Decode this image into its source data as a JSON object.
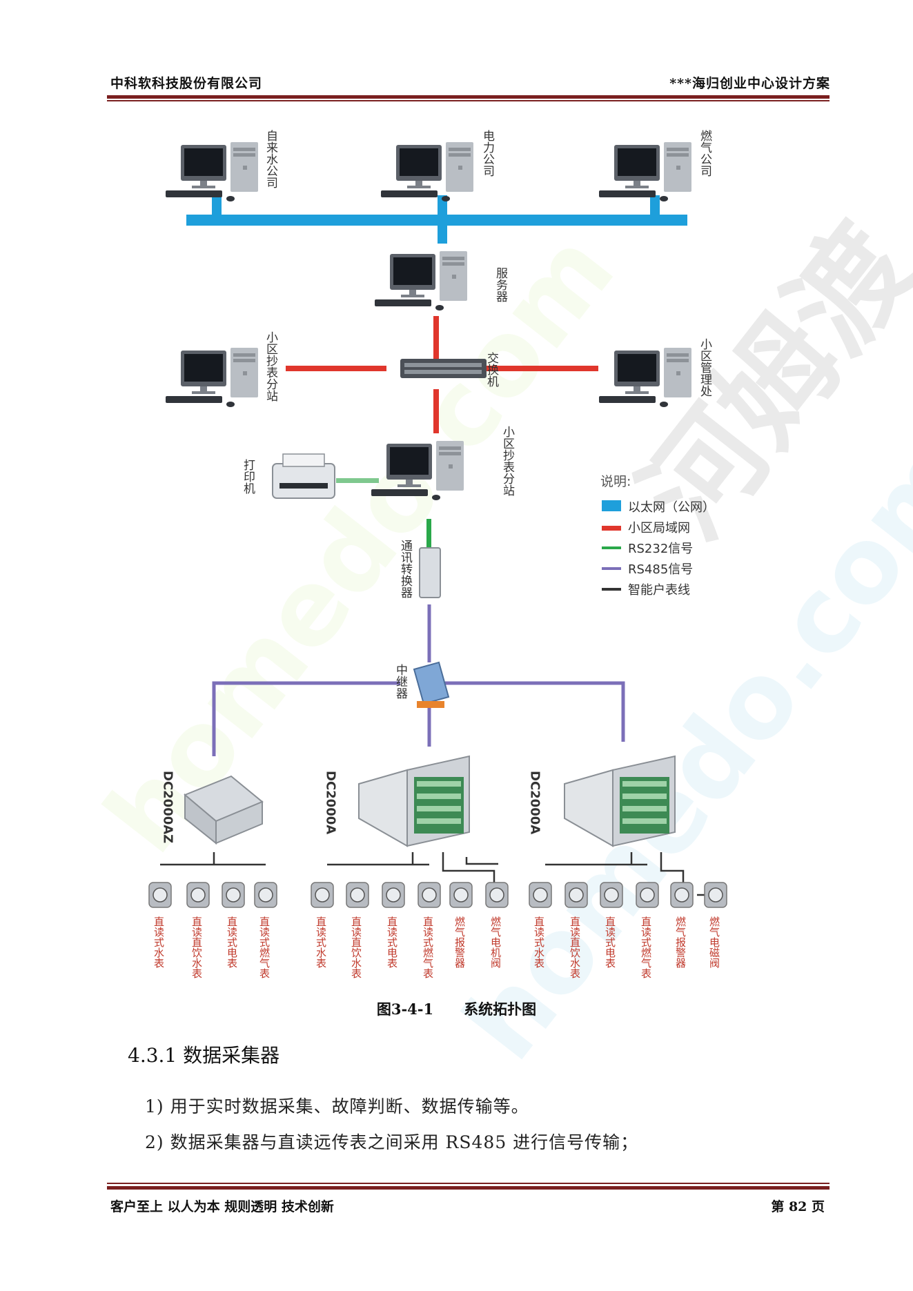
{
  "header": {
    "left": "中科软科技股份有限公司",
    "right": "***海归创业中心设计方案"
  },
  "footer": {
    "left": "客户至上  以人为本  规则透明  技术创新",
    "right": "第 82 页"
  },
  "diagram": {
    "top_nodes": [
      {
        "label": "自来水公司"
      },
      {
        "label": "电力公司"
      },
      {
        "label": "燃气公司"
      }
    ],
    "server": "服务器",
    "switch": "交换机",
    "left_station": "小区抄表分站",
    "right_office": "小区管理处",
    "main_station": "小区抄表分站",
    "printer": "打印机",
    "converter": "通讯转换器",
    "repeater": "中继器",
    "collectors": [
      "DC2000AZ",
      "DC2000A",
      "DC2000A"
    ],
    "legend": {
      "title": "说明:",
      "items": [
        {
          "label": "以太网（公网）",
          "color": "#1e9fdb"
        },
        {
          "label": "小区局域网",
          "color": "#e0362c"
        },
        {
          "label": "RS232信号",
          "color": "#2aa84a"
        },
        {
          "label": "RS485信号",
          "color": "#7b6fb8"
        },
        {
          "label": "智能户表线",
          "color": "#333333"
        }
      ]
    },
    "meter_groups": [
      [
        "直读式水表",
        "直读直饮水表",
        "直读式电表",
        "直读式燃气表"
      ],
      [
        "直读式水表",
        "直读直饮水表",
        "直读式电表",
        "直读式燃气表",
        "燃气报警器",
        "燃气电机阀"
      ],
      [
        "直读式水表",
        "直读直饮水表",
        "直读式电表",
        "直读式燃气表",
        "燃气报警器",
        "燃气电磁阀"
      ]
    ]
  },
  "caption": {
    "number": "图3-4-1",
    "title": "系统拓扑图"
  },
  "section": {
    "title": "4.3.1 数据采集器",
    "items": [
      "1)  用于实时数据采集、故障判断、数据传输等。",
      "2)  数据采集器与直读远传表之间采用 RS485 进行信号传输；"
    ]
  },
  "watermark": {
    "brand": "homedo.com",
    "cn": "河姆渡"
  }
}
